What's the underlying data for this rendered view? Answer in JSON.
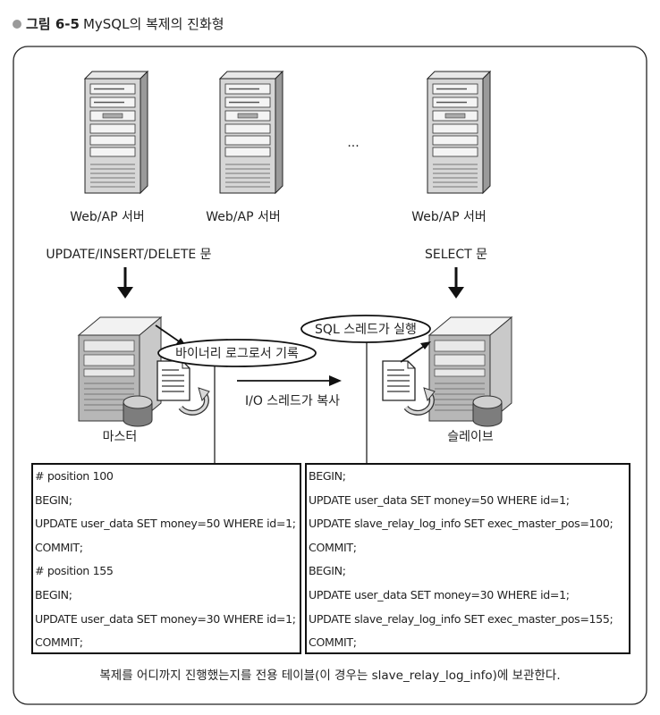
{
  "figure": {
    "number": "그림 6-5",
    "title": "MySQL의 복제의 진화형"
  },
  "servers": [
    {
      "label": "Web/AP 서버"
    },
    {
      "label": "Web/AP 서버"
    },
    {
      "label": "Web/AP 서버"
    }
  ],
  "ellipsis": "...",
  "labels": {
    "left_query": "UPDATE/INSERT/DELETE 문",
    "right_query": "SELECT 문",
    "binlog": "바이너리 로그로서 기록",
    "sql_thread": "SQL 스레드가 실행",
    "io_thread": "I/O 스레드가 복사",
    "master": "마스터",
    "slave": "슬레이브"
  },
  "master_log": [
    "# position 100",
    "BEGIN;",
    "UPDATE user_data SET money=50 WHERE id=1;",
    "COMMIT;",
    "# position 155",
    "BEGIN;",
    "UPDATE user_data SET money=30 WHERE id=1;",
    "COMMIT;"
  ],
  "slave_log": [
    "BEGIN;",
    "UPDATE user_data SET money=50 WHERE id=1;",
    "UPDATE slave_relay_log_info SET exec_master_pos=100;",
    "COMMIT;",
    "BEGIN;",
    "UPDATE user_data SET money=30 WHERE id=1;",
    "UPDATE slave_relay_log_info SET exec_master_pos=155;",
    "COMMIT;"
  ],
  "caption": "복제를 어디까지 진행했는지를 전용 테이블(이 경우는 slave_relay_log_info)에 보관한다."
}
